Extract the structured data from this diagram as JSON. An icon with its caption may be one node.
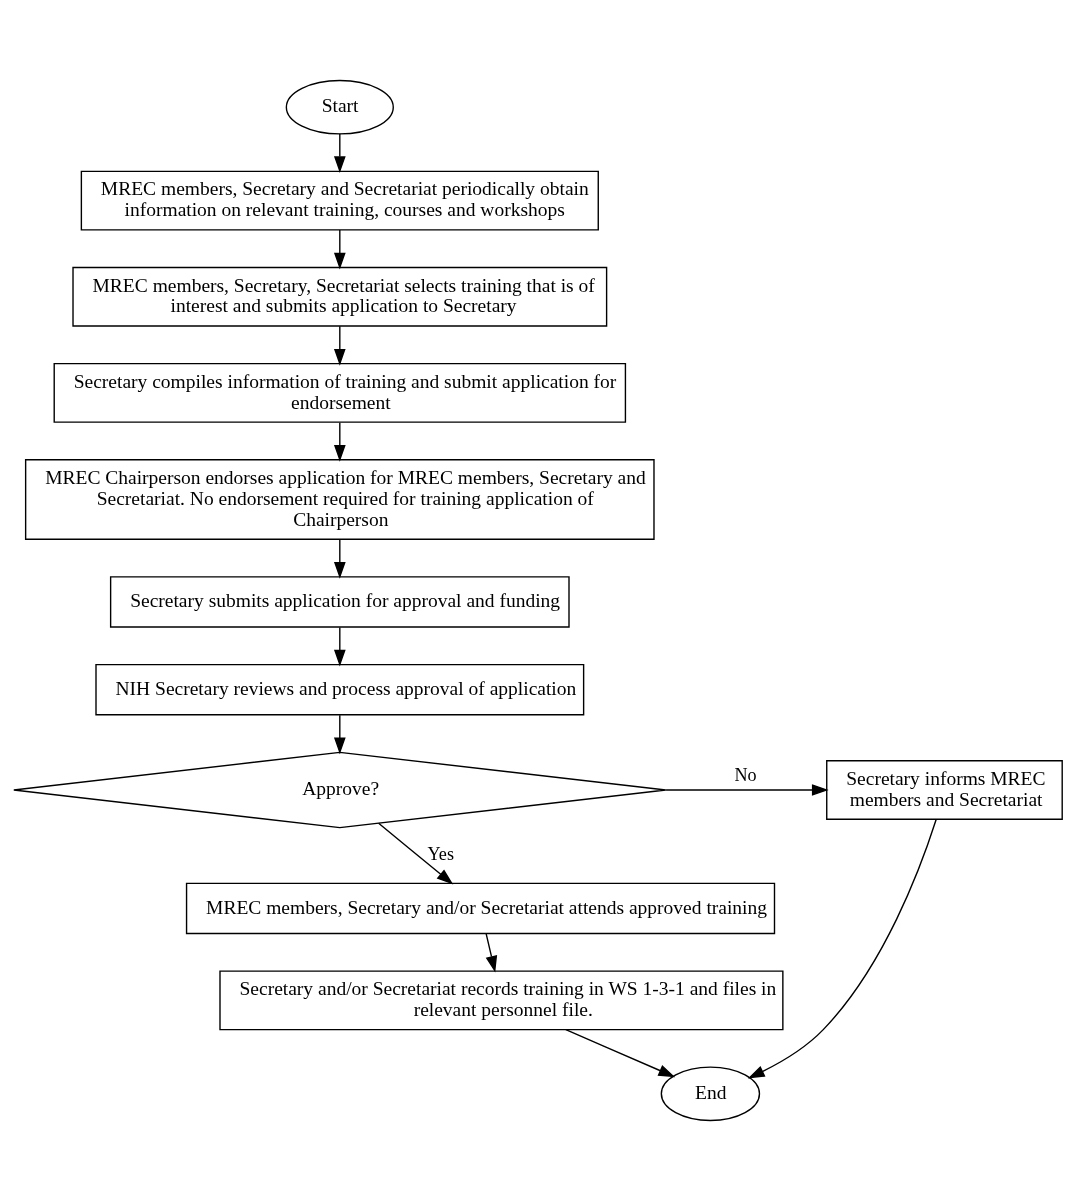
{
  "diagram": {
    "nodes": [
      {
        "text": [
          "Start"
        ]
      },
      {
        "text": [
          "MREC members, Secretary and Secretariat periodically obtain information on relevant training, courses and workshops"
        ]
      },
      {
        "text": [
          "MREC members, Secretary, Secretariat selects training that is of interest and submits application to Secretary"
        ]
      },
      {
        "text": [
          "Secretary compiles information of training and submit application for endorsement"
        ]
      },
      {
        "text": [
          "MREC Chairperson endorses application for MREC members, Secretary and Secretariat. No endorsement required for training application of Chairperson"
        ]
      },
      {
        "text": [
          "Secretary submits application for approval and funding"
        ]
      },
      {
        "text": [
          "NIH Secretary reviews and process approval of application"
        ]
      },
      {
        "text": [
          "Approve?"
        ]
      },
      {
        "text": [
          "MREC members, Secretary and/or Secretariat attends approved training"
        ]
      },
      {
        "text": [
          "Secretary and/or Secretariat records training in WS 1-3-1 and files in relevant personnel file."
        ]
      },
      {
        "text": [
          "End"
        ]
      },
      {
        "text": [
          "Secretary informs MREC members and Secretariat"
        ]
      }
    ],
    "edges": [
      {
        "from": 0,
        "to": 1,
        "arrow": "to"
      },
      {
        "from": 1,
        "to": 2,
        "arrow": "to"
      },
      {
        "from": 2,
        "to": 3,
        "arrow": "to"
      },
      {
        "from": 3,
        "to": 4,
        "arrow": "to"
      },
      {
        "from": 4,
        "to": 5,
        "arrow": "to"
      },
      {
        "from": 5,
        "to": 6,
        "arrow": "to"
      },
      {
        "from": 6,
        "to": 7,
        "arrow": "to"
      },
      {
        "from": 7,
        "to": 11,
        "label": "No",
        "arrow": "to"
      },
      {
        "from": 7,
        "to": 8,
        "label": "Yes",
        "arrow": "to"
      },
      {
        "from": 8,
        "to": 9,
        "arrow": "to"
      },
      {
        "from": 9,
        "to": 10,
        "arrow": "to"
      },
      {
        "from": 11,
        "to": 10,
        "arrow": "to"
      }
    ]
  }
}
